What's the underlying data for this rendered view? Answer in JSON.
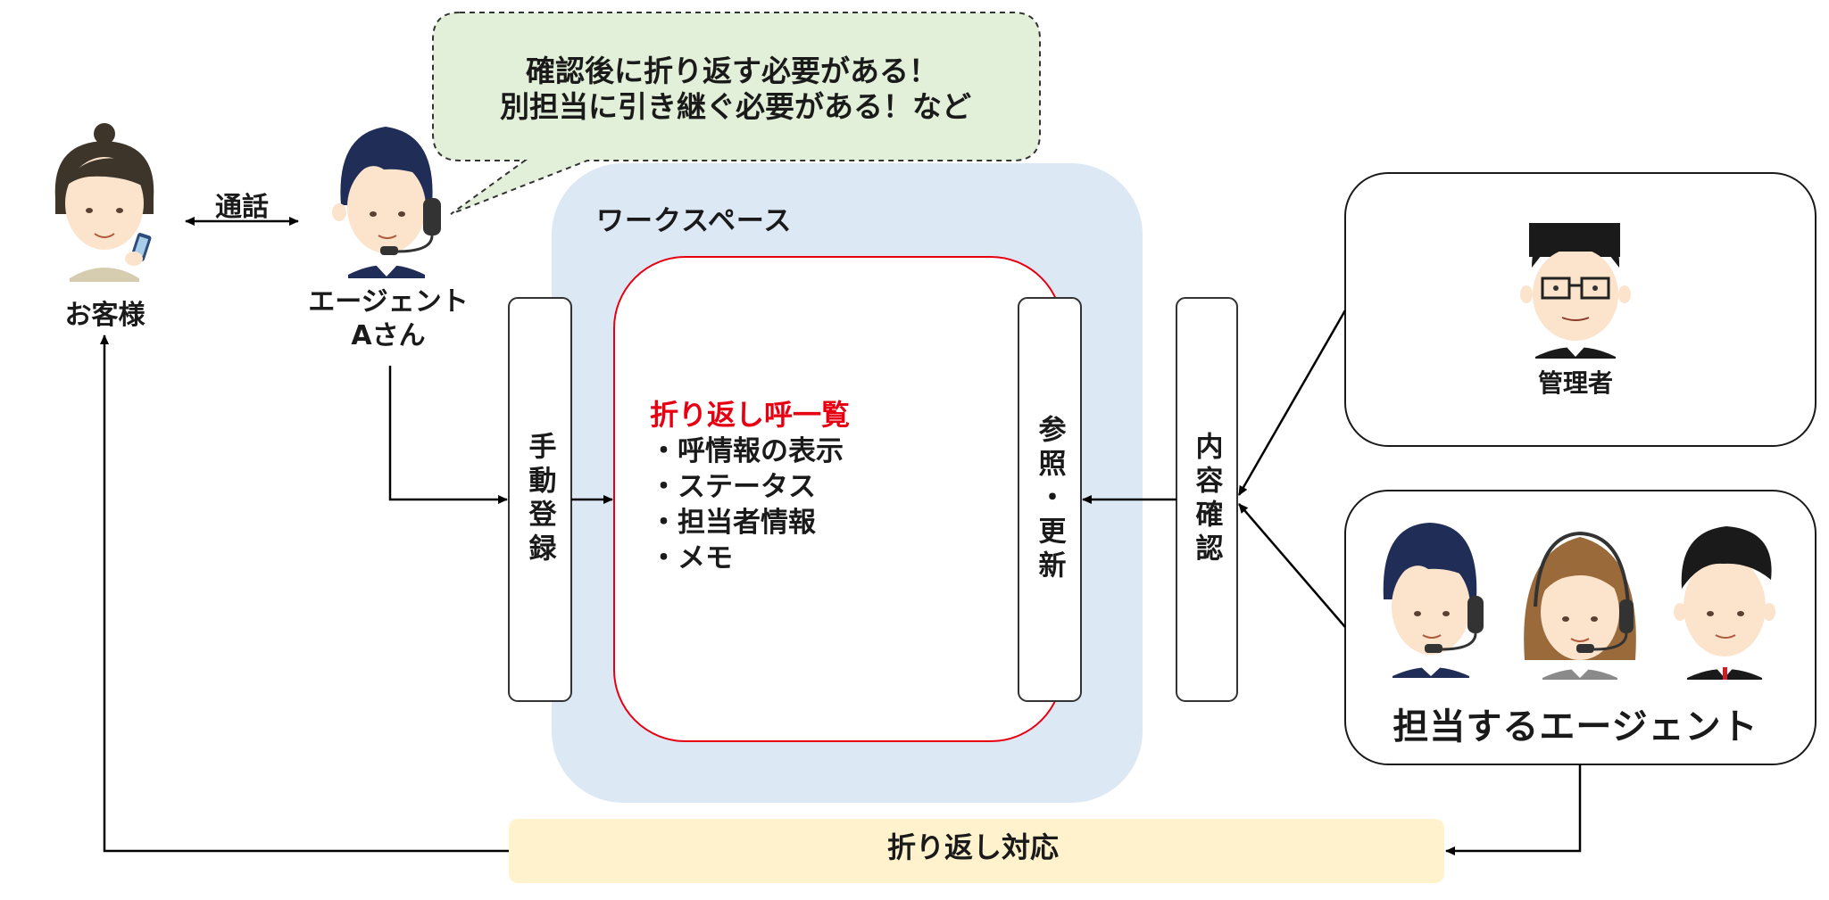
{
  "bubble": {
    "line1": "確認後に折り返す必要がある！",
    "line2": "別担当に引き継ぐ必要がある！など"
  },
  "customer": {
    "label": "お客様"
  },
  "call": {
    "label": "通話"
  },
  "agent_a": {
    "line1": "エージェント",
    "line2": "Aさん"
  },
  "workspace": {
    "title": "ワークスペース",
    "manual_entry": "手動登録",
    "view_update": "参照・更新",
    "list_title": "折り返し呼一覧",
    "items": [
      "・呼情報の表示",
      "・ステータス",
      "・担当者情報",
      "・メモ"
    ]
  },
  "content_check": {
    "label": "内容確認"
  },
  "manager": {
    "label": "管理者"
  },
  "agents": {
    "label": "担当するエージェント"
  },
  "callback": {
    "label": "折り返し対応"
  },
  "colors": {
    "bubble_fill": "#e2efd9",
    "workspace_fill": "#dde8f5",
    "list_border": "#e60012",
    "list_title": "#e60012",
    "callback_fill": "#fff2cc",
    "navy_hair": "#1f2d57",
    "skin": "#fbe3cc"
  }
}
